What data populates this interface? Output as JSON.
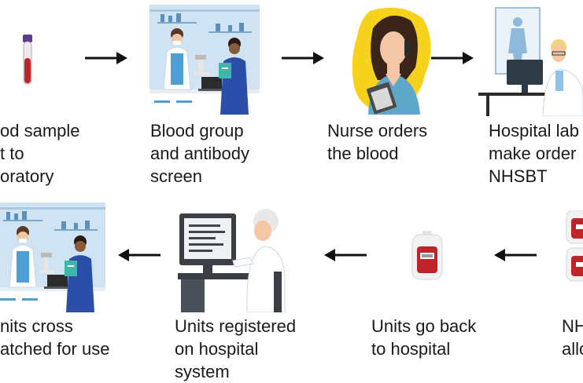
{
  "steps": [
    {
      "id": "blood-sample",
      "lines": [
        "od sample",
        "t to",
        "oratory"
      ]
    },
    {
      "id": "blood-group",
      "lines": [
        "Blood group",
        "and antibody",
        "screen"
      ]
    },
    {
      "id": "nurse-orders",
      "lines": [
        "Nurse orders",
        "the blood"
      ]
    },
    {
      "id": "hospital-lab",
      "lines": [
        "Hospital lab",
        "make order",
        "NHSBT"
      ]
    },
    {
      "id": "nhsbt-allocate",
      "lines": [
        "NH",
        "allo"
      ]
    },
    {
      "id": "units-back",
      "lines": [
        "Units go back",
        "to hospital"
      ]
    },
    {
      "id": "units-registered",
      "lines": [
        "Units registered",
        "on hospital",
        "system"
      ]
    },
    {
      "id": "units-cross",
      "lines": [
        "nits cross",
        "atched for use"
      ]
    }
  ],
  "icons": {
    "tube": "blood-tube-icon",
    "lab": "laboratory-scene-icon",
    "nurse": "nurse-on-phone-icon",
    "doctor": "doctor-at-computer-icon",
    "bag": "blood-bag-icon",
    "clerk": "staff-at-computer-icon"
  },
  "colors": {
    "blood": "#c0242b",
    "lab_bg": "#cfe3f2",
    "nurse_blob": "#f6d21d",
    "arrow": "#111111"
  }
}
